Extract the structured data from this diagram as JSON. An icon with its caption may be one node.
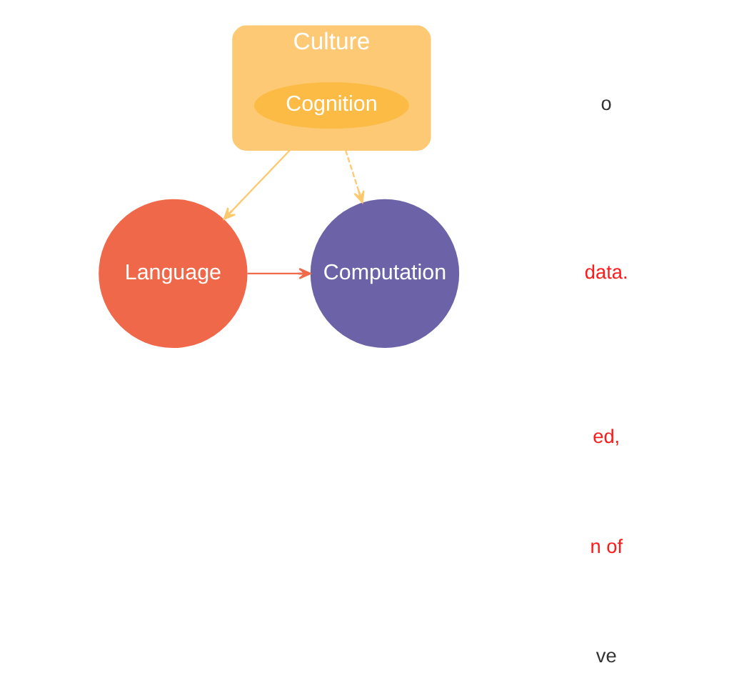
{
  "diagram": {
    "nodes": [
      {
        "text": [
          "Culture"
        ]
      },
      {
        "text": [
          "Cognition"
        ],
        "in": 0
      },
      {
        "text": [
          "Language"
        ]
      },
      {
        "text": [
          "Computation"
        ]
      }
    ],
    "edges": [
      {
        "from": 0,
        "to": 2,
        "arrow": "to"
      },
      {
        "from": 0,
        "to": 3,
        "arrow": "to",
        "style": "dashed"
      },
      {
        "from": 2,
        "to": 3,
        "arrow": "to",
        "color": "#f06a4a"
      }
    ],
    "labels": [
      "o",
      "data.",
      "ed,",
      "n of",
      "ve"
    ]
  }
}
